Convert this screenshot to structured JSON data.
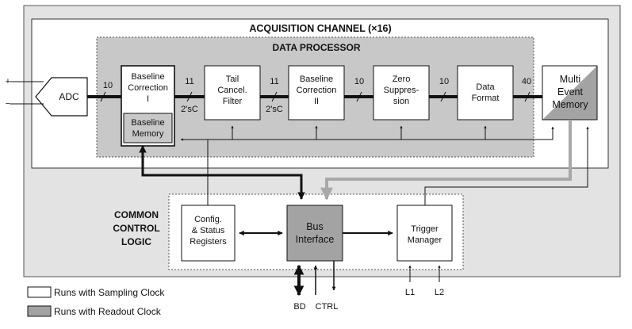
{
  "acquisition_channel": {
    "title": "ACQUISITION CHANNEL (×16)"
  },
  "data_processor": {
    "title": "DATA PROCESSOR"
  },
  "blocks": {
    "adc": {
      "label": "ADC",
      "plus": "+",
      "minus": "−"
    },
    "baseline_correction_1": {
      "lines": [
        "Baseline",
        "Correction",
        "I"
      ]
    },
    "baseline_memory": {
      "lines": [
        "Baseline",
        "Memory"
      ]
    },
    "tail_cancel_filter": {
      "lines": [
        "Tail",
        "Cancel.",
        "Filter"
      ]
    },
    "baseline_correction_2": {
      "lines": [
        "Baseline",
        "Correction",
        "II"
      ]
    },
    "zero_suppression": {
      "lines": [
        "Zero",
        "Suppres-",
        "sion"
      ]
    },
    "data_format": {
      "lines": [
        "Data",
        "Format"
      ]
    },
    "multi_event_memory": {
      "lines": [
        "Multi",
        "Event",
        "Memory"
      ]
    },
    "config_status_registers": {
      "lines": [
        "Config.",
        "& Status",
        "Registers"
      ]
    },
    "bus_interface": {
      "lines": [
        "Bus",
        "Interface"
      ]
    },
    "trigger_manager": {
      "lines": [
        "Trigger",
        "Manager"
      ]
    }
  },
  "bus_widths": {
    "adc_out": "10",
    "bc1_out": "11",
    "tcf_out": "11",
    "bc2_out": "10",
    "zs_out": "10",
    "df_out": "40"
  },
  "encodings": {
    "bc1_out": "2'sC",
    "tcf_out": "2'sC"
  },
  "common_control_logic": {
    "lines": [
      "COMMON",
      "CONTROL",
      "LOGIC"
    ]
  },
  "external_signals": {
    "bd": "BD",
    "ctrl": "CTRL",
    "l1": "L1",
    "l2": "L2"
  },
  "legend": {
    "sampling": "Runs with Sampling Clock",
    "readout": "Runs with Readout Clock"
  },
  "colors": {
    "outer_background": "#e3e3e3",
    "data_processor_fill": "#c8c8c8",
    "readout_fill": "#a3a3a3",
    "block_fill": "#ffffff",
    "line": "#111111",
    "gray_path": "#a8a8a8"
  }
}
